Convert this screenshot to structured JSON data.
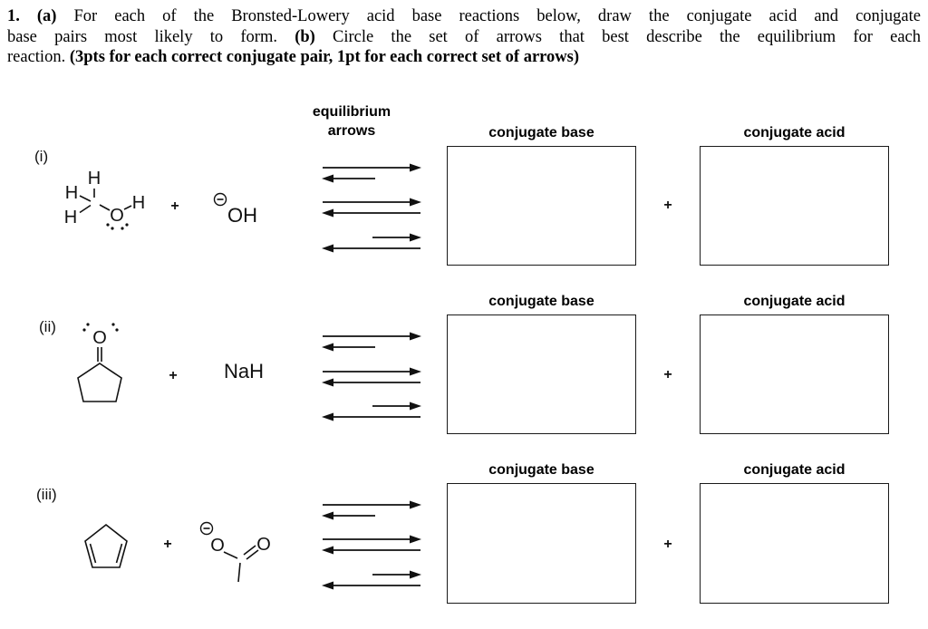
{
  "header": {
    "line1_bold": "1. (a)",
    "line1_text": " For each of the Bronsted-Lowery acid base reactions below, draw the conjugate acid and conjugate",
    "line2_text1": "base pairs most likely to form.  ",
    "line2_bold": "(b)",
    "line2_text2": " Circle the set of arrows that best describe the equilibrium for each",
    "line3_text1": "reaction. ",
    "line3_bold": "(3pts for each correct conjugate pair, 1pt for each correct set of arrows)"
  },
  "columns": {
    "equilibrium_line1": "equilibrium",
    "equilibrium_line2": "arrows",
    "conjugate_base": "conjugate base",
    "conjugate_acid": "conjugate acid"
  },
  "plus": "+",
  "reactions": [
    {
      "label": "(i)",
      "methanol": {
        "h_top": "H",
        "h_upper_left": "H",
        "h_lower_left": "H",
        "o": "O",
        "hydroxyl_h": "H"
      },
      "hydroxide": {
        "label": "OH"
      }
    },
    {
      "label": "(ii)",
      "cyclopentanone": {
        "o": "O"
      },
      "sodium_hydride": {
        "label": "NaH"
      }
    },
    {
      "label": "(iii)",
      "acetate": {
        "o_anion": "O",
        "o_carbonyl": "O"
      }
    }
  ]
}
